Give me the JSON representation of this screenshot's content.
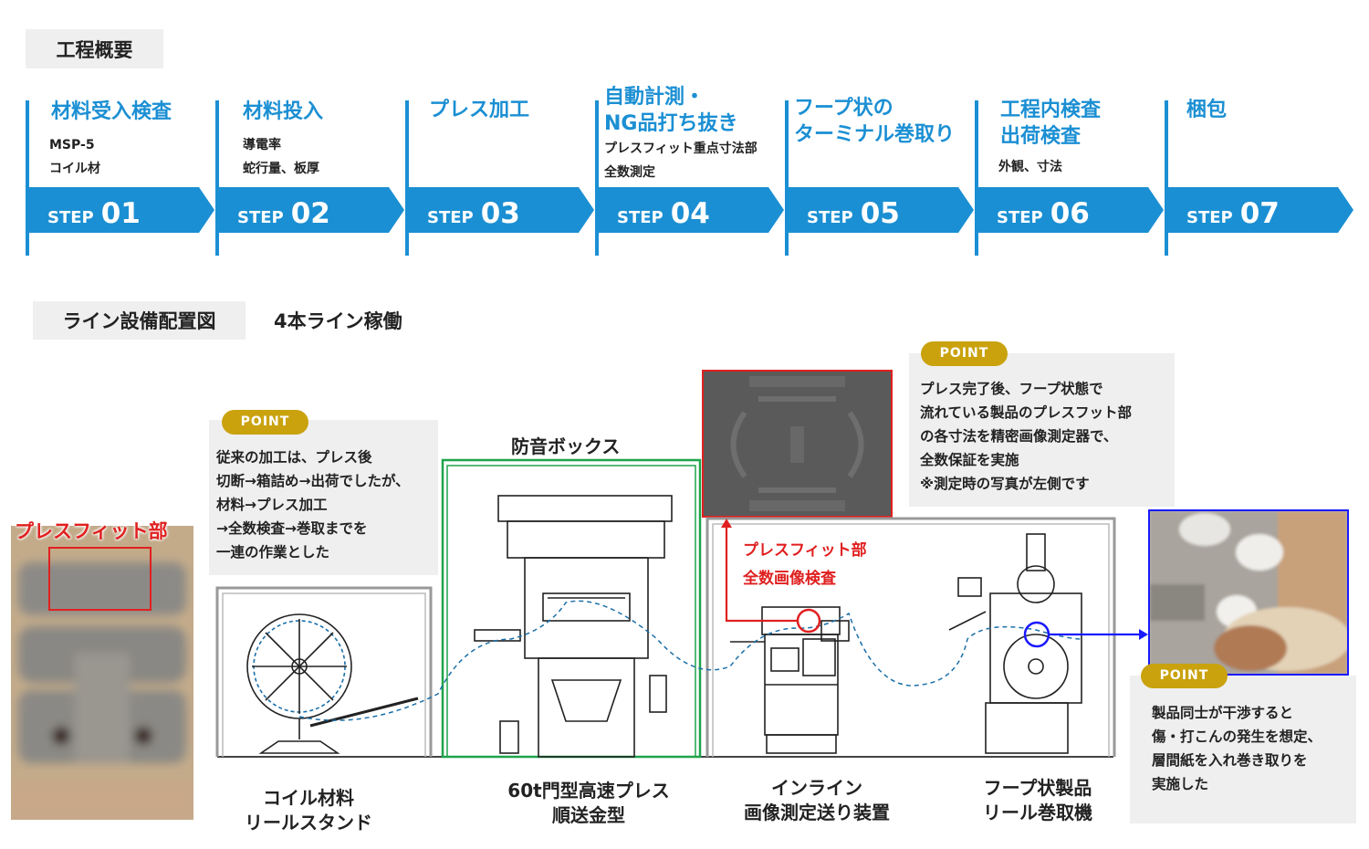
{
  "overview_title": "工程概要",
  "steps": [
    {
      "title1": "材料受入検査",
      "title2": "",
      "sub": [
        "MSP-5",
        "コイル材"
      ],
      "step_word": "STEP",
      "step_num": "01"
    },
    {
      "title1": "材料投入",
      "title2": "",
      "sub": [
        "導電率",
        "蛇行量、板厚"
      ],
      "step_word": "STEP",
      "step_num": "02"
    },
    {
      "title1": "プレス加工",
      "title2": "",
      "sub": [],
      "step_word": "STEP",
      "step_num": "03"
    },
    {
      "title1": "自動計測・",
      "title2": "NG品打ち抜き",
      "sub": [
        "プレスフィット重点寸法部",
        "全数測定"
      ],
      "step_word": "STEP",
      "step_num": "04"
    },
    {
      "title1": "フープ状の",
      "title2": "ターミナル巻取り",
      "sub": [],
      "step_word": "STEP",
      "step_num": "05"
    },
    {
      "title1": "工程内検査",
      "title2": "出荷検査",
      "sub": [
        "外観、寸法"
      ],
      "step_word": "STEP",
      "step_num": "06"
    },
    {
      "title1": "梱包",
      "title2": "",
      "sub": [],
      "step_word": "STEP",
      "step_num": "07"
    }
  ],
  "layout_title": "ライン設備配置図",
  "line_count": "4本ライン稼働",
  "point_tag": "POINT",
  "point1": [
    "従来の加工は、プレス後",
    "切断→箱詰め→出荷でしたが、",
    "材料→プレス加工",
    "→全数検査→巻取までを",
    "一連の作業とした"
  ],
  "point2": [
    "プレス完了後、フープ状態で",
    "流れている製品のプレスフット部",
    "の各寸法を精密画像測定器で、",
    "全数保証を実施",
    "※測定時の写真が左側です"
  ],
  "point3": [
    "製品同士が干渉すると",
    "傷・打こんの発生を想定、",
    "層間紙を入れ巻き取りを",
    "実施した"
  ],
  "pressfit_label": "プレスフィット部",
  "inspection_label": [
    "プレスフィット部",
    "全数画像検査"
  ],
  "soundbox_label": "防音ボックス",
  "equipment": [
    {
      "line1": "コイル材料",
      "line2": "リールスタンド"
    },
    {
      "line1": "60t門型高速プレス",
      "line2": "順送金型"
    },
    {
      "line1": "インライン",
      "line2": "画像測定送り装置"
    },
    {
      "line1": "フープ状製品",
      "line2": "リール巻取機"
    }
  ],
  "colors": {
    "accent_blue": "#1b8fd3",
    "point_gold": "#c9a20e",
    "alert_red": "#e02020",
    "sound_green": "#1fa34a",
    "marker_blue": "#1a1aff"
  }
}
